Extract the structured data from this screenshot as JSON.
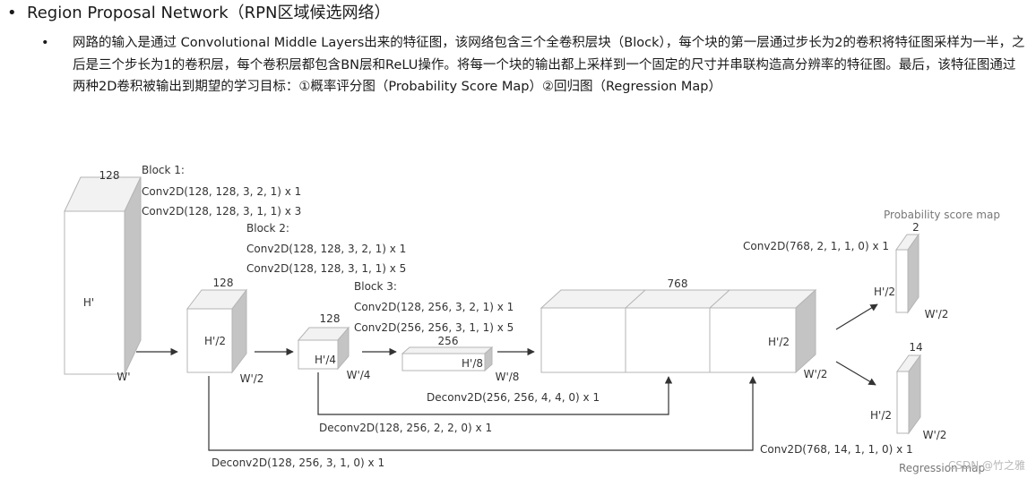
{
  "heading": {
    "bullet": "•",
    "text": "Region Proposal Network（RPN区域候选网络）"
  },
  "description": {
    "bullet": "•",
    "text": "网路的输入是通过 Convolutional Middle Layers出来的特征图，该网络包含三个全卷积层块（Block），每个块的第一层通过步长为2的卷积将特征图采样为一半，之后是三个步长为1的卷积层，每个卷积层都包含BN层和ReLU操作。将每一个块的输出都上采样到一个固定的尺寸并串联构造高分辨率的特征图。最后，该特征图通过两种2D卷积被输出到期望的学习目标：①概率评分图（Probability Score Map）②回归图（Regression Map）"
  },
  "diagram": {
    "input_block": {
      "channels": "128",
      "height": "H'",
      "width": "W'"
    },
    "block1": {
      "title": "Block 1:",
      "conv1": "Conv2D(128, 128, 3, 2, 1) x 1",
      "conv2": "Conv2D(128, 128, 3, 1, 1) x 3"
    },
    "block2": {
      "title": "Block 2:",
      "conv1": "Conv2D(128, 128, 3, 2, 1) x 1",
      "conv2": "Conv2D(128, 128, 3, 1, 1) x 5"
    },
    "block3": {
      "title": "Block 3:",
      "conv1": "Conv2D(128, 256, 3, 2, 1) x 1",
      "conv2": "Conv2D(256, 256, 3, 1, 1) x 5"
    },
    "feat_half": {
      "channels": "128",
      "height": "H'/2",
      "width": "W'/2"
    },
    "feat_quarter": {
      "channels": "128",
      "height": "H'/4",
      "width": "W'/4"
    },
    "feat_eighth": {
      "channels": "256",
      "height": "H'/8",
      "width": "W'/8"
    },
    "concat": {
      "channels": "768",
      "height": "H'/2",
      "width": "W'/2"
    },
    "deconv1": "Deconv2D(128, 256, 3, 1, 0) x 1",
    "deconv2": "Deconv2D(128, 256, 2, 2, 0) x 1",
    "deconv3": "Deconv2D(256, 256, 4, 4, 0) x 1",
    "prob_conv": "Conv2D(768, 2, 1, 1, 0) x 1",
    "reg_conv": "Conv2D(768, 14, 1, 1, 0) x 1",
    "prob_map": {
      "title": "Probability score map",
      "channels": "2",
      "height": "H'/2",
      "width": "W'/2"
    },
    "reg_map": {
      "title": "Regression map",
      "channels": "14",
      "height": "H'/2",
      "width": "W'/2"
    }
  },
  "watermark": "CSDN @竹之雅"
}
